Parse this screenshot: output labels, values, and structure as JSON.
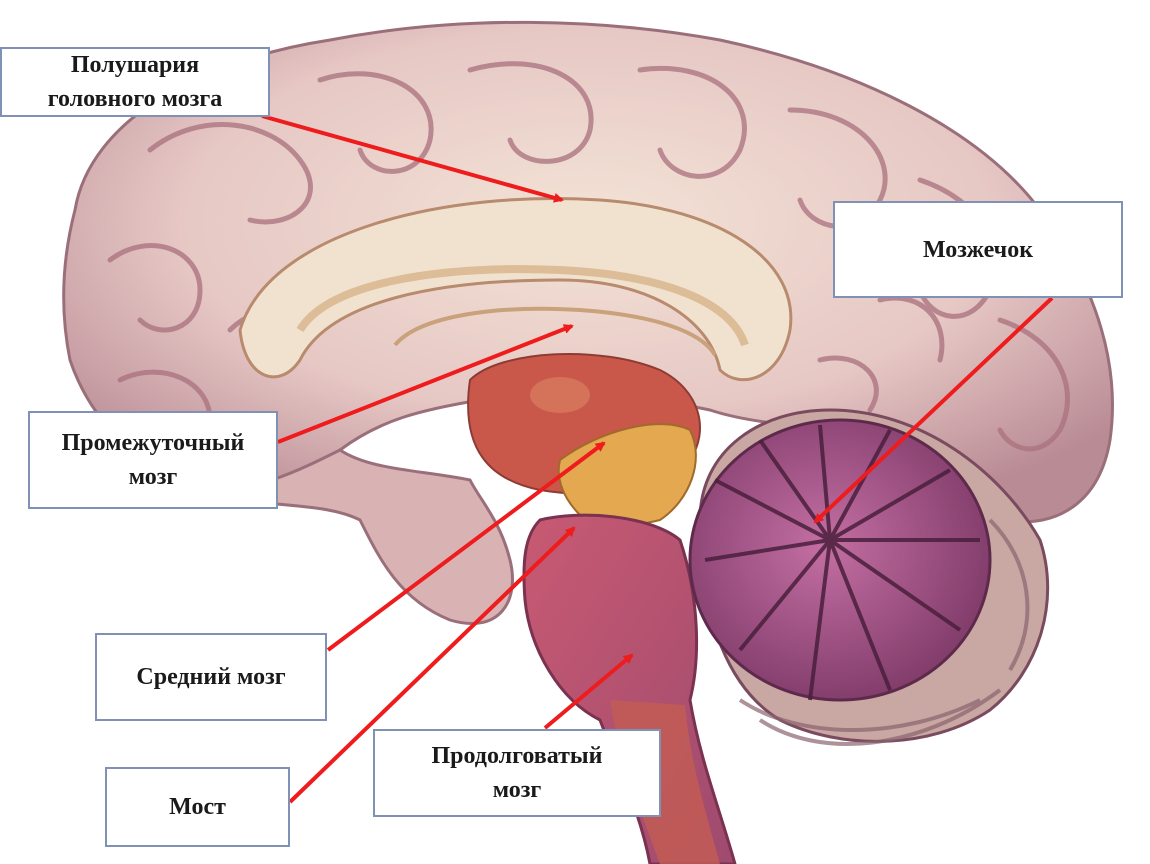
{
  "labels": {
    "hemispheres": {
      "line1": "Полушария",
      "line2": "головного мозга"
    },
    "cerebellum": {
      "line1": "Мозжечок"
    },
    "diencephalon": {
      "line1": "Промежуточный",
      "line2": "мозг"
    },
    "midbrain": {
      "line1": "Средний мозг"
    },
    "pons": {
      "line1": "Мост"
    },
    "medulla": {
      "line1": "Продолговатый",
      "line2": "мозг"
    }
  },
  "colors": {
    "arrow": "#ee1c1c",
    "box_border": "#7f92b6",
    "cortex": "#e8cbc9",
    "brainstem": "#b24f7a",
    "cerebellum": "#9b4a7d"
  }
}
